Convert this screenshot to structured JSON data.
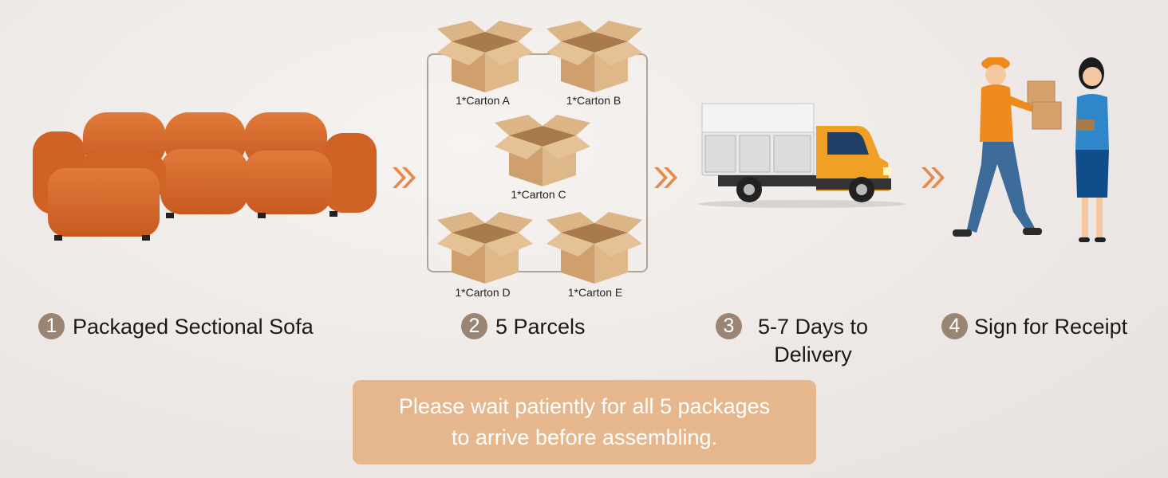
{
  "steps": [
    {
      "number": "1",
      "label": "Packaged Sectional Sofa",
      "icon": "sofa-icon"
    },
    {
      "number": "2",
      "label": "5 Parcels",
      "icon": "boxes-icon"
    },
    {
      "number": "3",
      "label": "5-7 Days to Delivery",
      "line1": "5-7 Days to",
      "line2": "Delivery",
      "icon": "truck-icon"
    },
    {
      "number": "4",
      "label": "Sign for Receipt",
      "icon": "courier-icon"
    }
  ],
  "cartons": [
    "1*Carton A",
    "1*Carton B",
    "1*Carton C",
    "1*Carton D",
    "1*Carton E"
  ],
  "note": {
    "line1": "Please wait patiently for all 5 packages",
    "line2": "to arrive before assembling."
  },
  "colors": {
    "accent_orange": "#e48a4d",
    "badge": "#9a8574",
    "note_bg": "#e6b78d",
    "sofa": "#d9682a",
    "box": "#d3a878",
    "truck_cab": "#f0a025"
  }
}
